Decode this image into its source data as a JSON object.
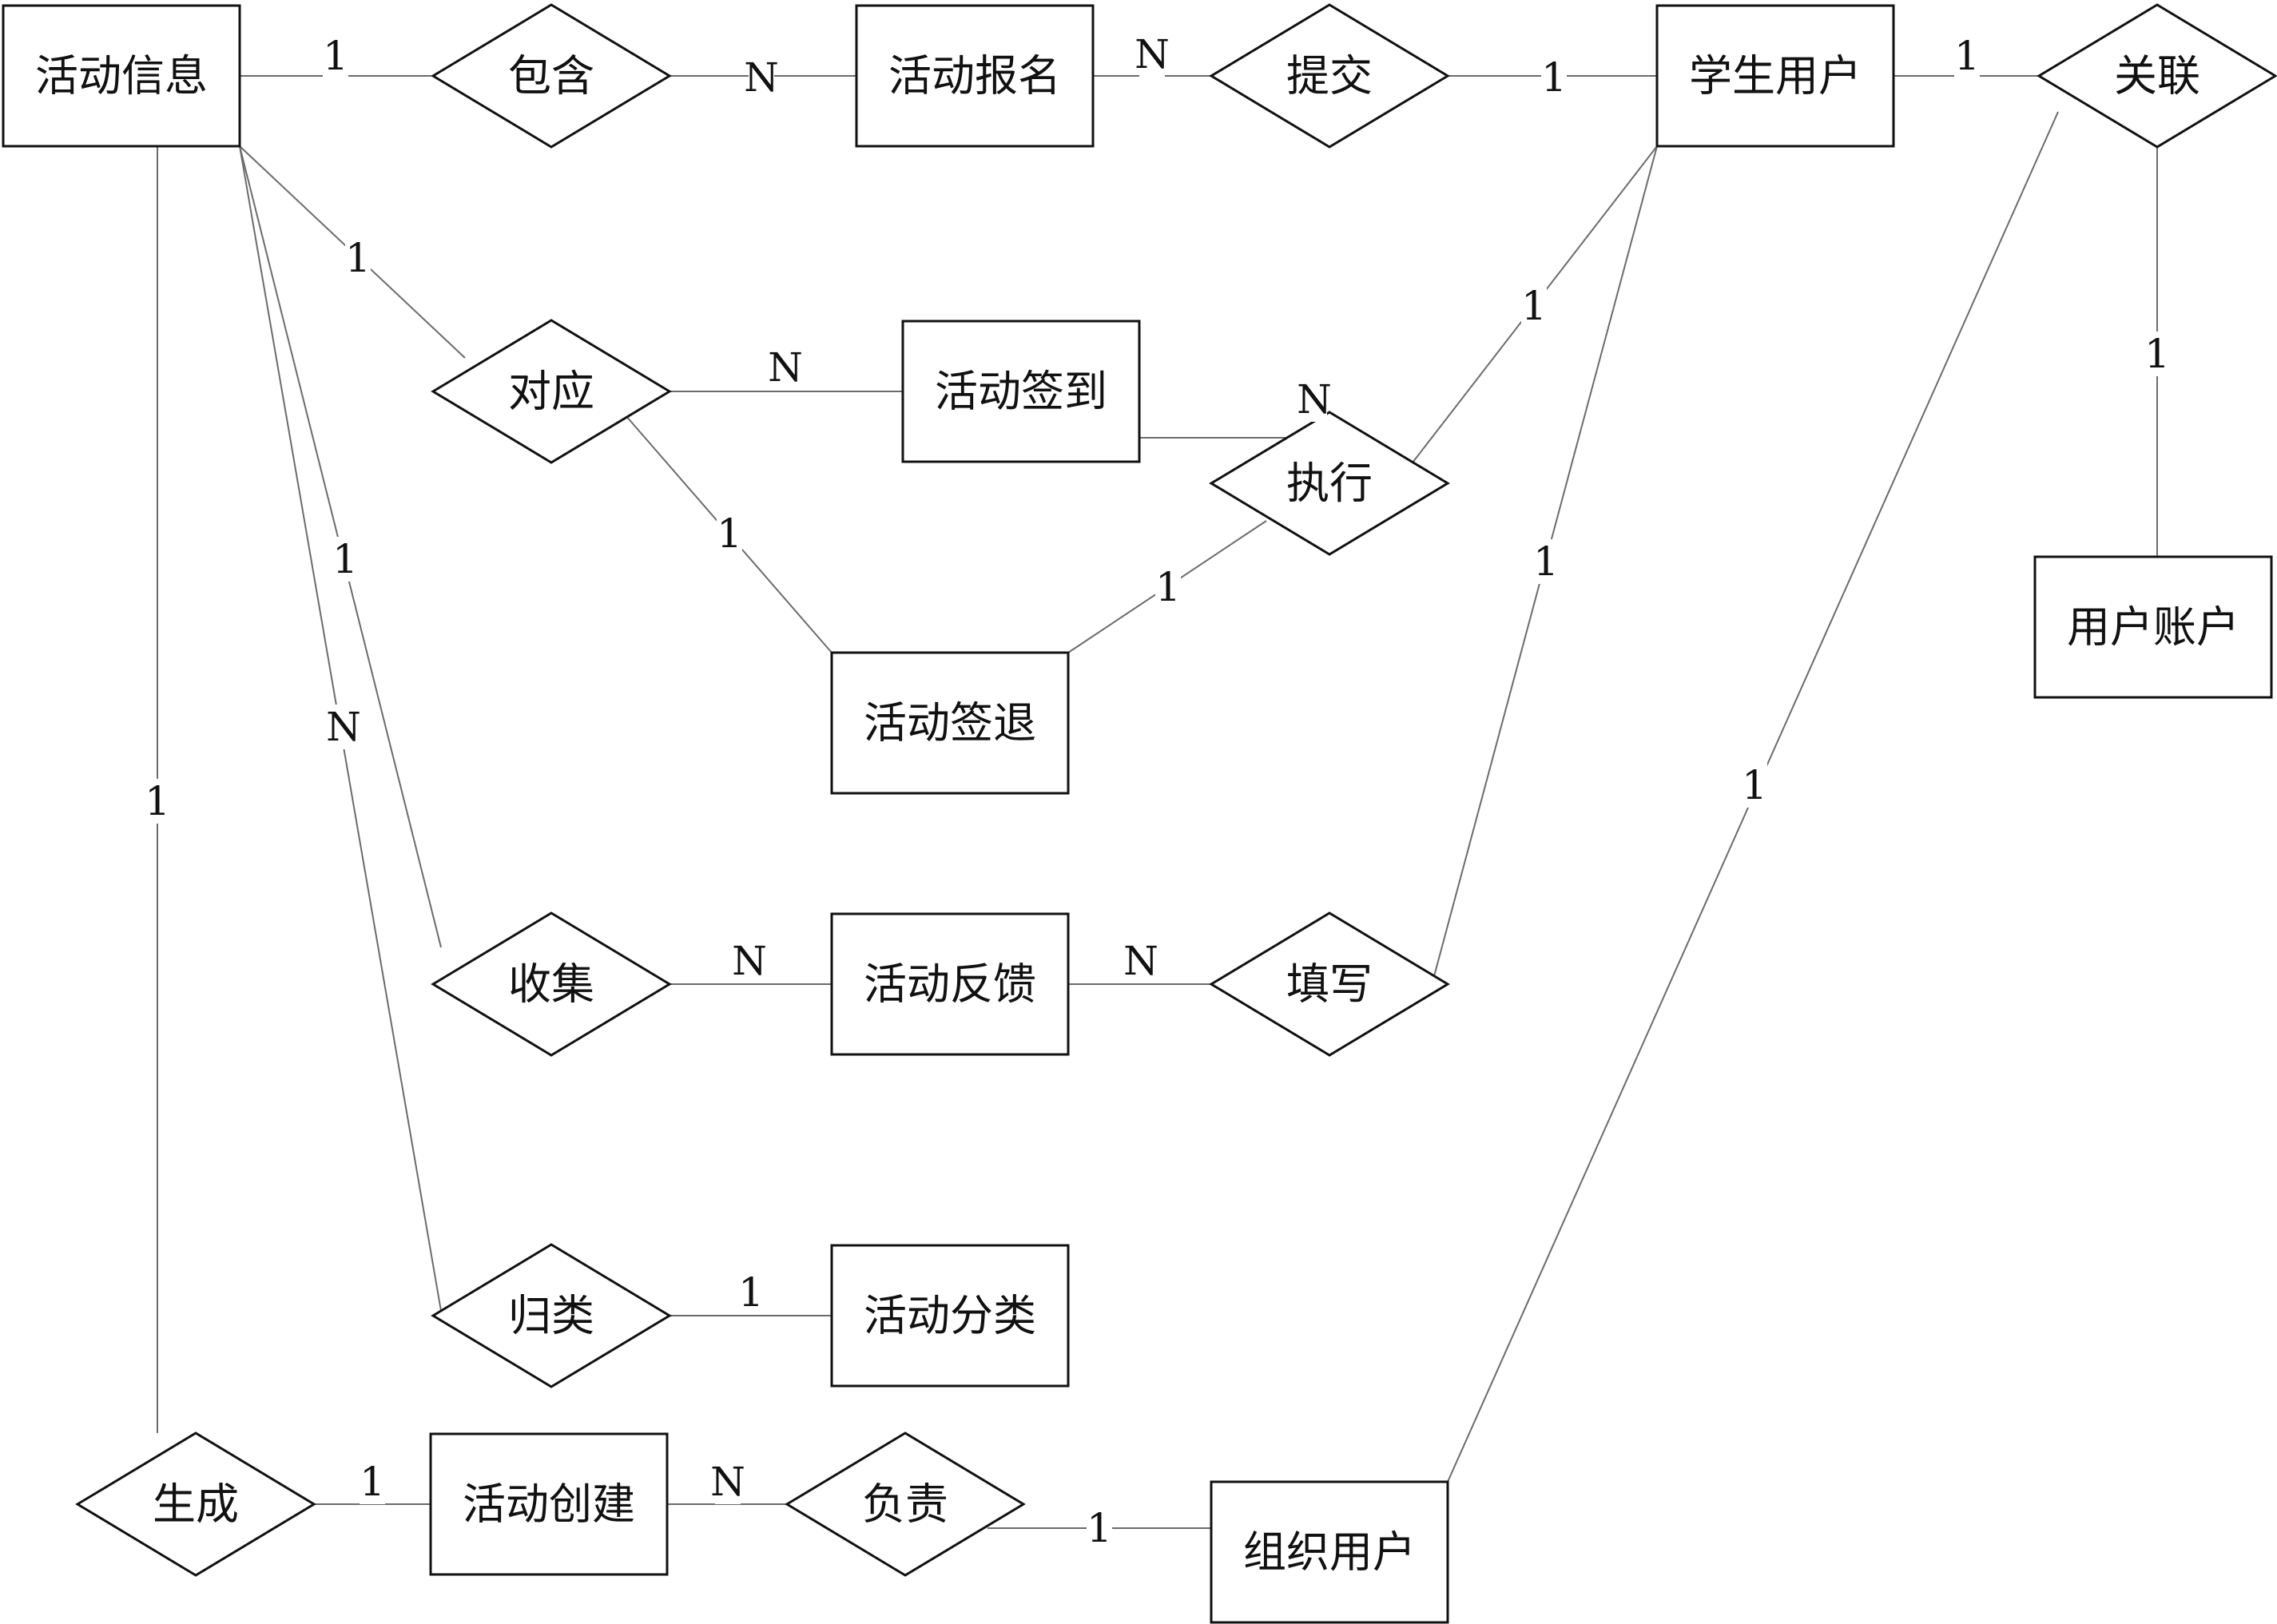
{
  "entities": [
    {
      "id": "huodong_xinxi",
      "label": "活动信息"
    },
    {
      "id": "huodong_baoming",
      "label": "活动报名"
    },
    {
      "id": "xuesheng_yonghu",
      "label": "学生用户"
    },
    {
      "id": "huodong_qiandao",
      "label": "活动签到"
    },
    {
      "id": "huodong_qiantui",
      "label": "活动签退"
    },
    {
      "id": "yonghu_zhanghu",
      "label": "用户账户"
    },
    {
      "id": "huodong_fankui",
      "label": "活动反馈"
    },
    {
      "id": "huodong_fenlei",
      "label": "活动分类"
    },
    {
      "id": "huodong_chuangjian",
      "label": "活动创建"
    },
    {
      "id": "zuzhi_yonghu",
      "label": "组织用户"
    }
  ],
  "relationships": [
    {
      "id": "baohan",
      "label": "包含"
    },
    {
      "id": "tijiao",
      "label": "提交"
    },
    {
      "id": "guanlian",
      "label": "关联"
    },
    {
      "id": "duiying",
      "label": "对应"
    },
    {
      "id": "zhixing",
      "label": "执行"
    },
    {
      "id": "shouji",
      "label": "收集"
    },
    {
      "id": "tianxie",
      "label": "填写"
    },
    {
      "id": "guilei",
      "label": "归类"
    },
    {
      "id": "shengcheng",
      "label": "生成"
    },
    {
      "id": "fuze",
      "label": "负责"
    }
  ],
  "links": [
    {
      "from": "huodong_xinxi",
      "to": "baohan",
      "card": "1"
    },
    {
      "from": "baohan",
      "to": "huodong_baoming",
      "card": "N"
    },
    {
      "from": "huodong_baoming",
      "to": "tijiao",
      "card": "N"
    },
    {
      "from": "tijiao",
      "to": "xuesheng_yonghu",
      "card": "1"
    },
    {
      "from": "xuesheng_yonghu",
      "to": "guanlian",
      "card": "1"
    },
    {
      "from": "guanlian",
      "to": "yonghu_zhanghu",
      "card": "1"
    },
    {
      "from": "huodong_xinxi",
      "to": "duiying",
      "card": "1"
    },
    {
      "from": "duiying",
      "to": "huodong_qiandao",
      "card": "N"
    },
    {
      "from": "duiying",
      "to": "huodong_qiantui",
      "card": "1"
    },
    {
      "from": "huodong_qiandao",
      "to": "zhixing",
      "card": "N"
    },
    {
      "from": "huodong_qiantui",
      "to": "zhixing",
      "card": "1"
    },
    {
      "from": "zhixing",
      "to": "xuesheng_yonghu",
      "card": "1"
    },
    {
      "from": "huodong_xinxi",
      "to": "shouji",
      "card": "1"
    },
    {
      "from": "shouji",
      "to": "huodong_fankui",
      "card": "N"
    },
    {
      "from": "huodong_fankui",
      "to": "tianxie",
      "card": "N"
    },
    {
      "from": "tianxie",
      "to": "xuesheng_yonghu",
      "card": "1"
    },
    {
      "from": "huodong_xinxi",
      "to": "guilei",
      "card": "N"
    },
    {
      "from": "guilei",
      "to": "huodong_fenlei",
      "card": "1"
    },
    {
      "from": "huodong_xinxi",
      "to": "shengcheng",
      "card": "1"
    },
    {
      "from": "shengcheng",
      "to": "huodong_chuangjian",
      "card": "1"
    },
    {
      "from": "huodong_chuangjian",
      "to": "fuze",
      "card": "N"
    },
    {
      "from": "fuze",
      "to": "zuzhi_yonghu",
      "card": "1"
    },
    {
      "from": "zuzhi_yonghu",
      "to": "guanlian",
      "card": "1"
    }
  ]
}
